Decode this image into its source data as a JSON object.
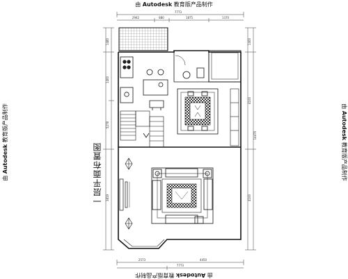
{
  "watermark": {
    "prefix": "由",
    "brand": "Autodesk",
    "suffix": "教育版产品制作"
  },
  "plan_title": "一层平面布置图",
  "dimensions": {
    "top_total": "7773",
    "top_segments": [
      "2942",
      "880",
      "1875",
      "1370"
    ],
    "bottom_total": "7773",
    "bottom_segments": [
      "2573",
      "4450"
    ],
    "left_segments": [
      "1480",
      "1400",
      "5278",
      "3819"
    ],
    "right_segments": [
      "1400",
      "4100",
      "14470",
      "4100"
    ]
  }
}
